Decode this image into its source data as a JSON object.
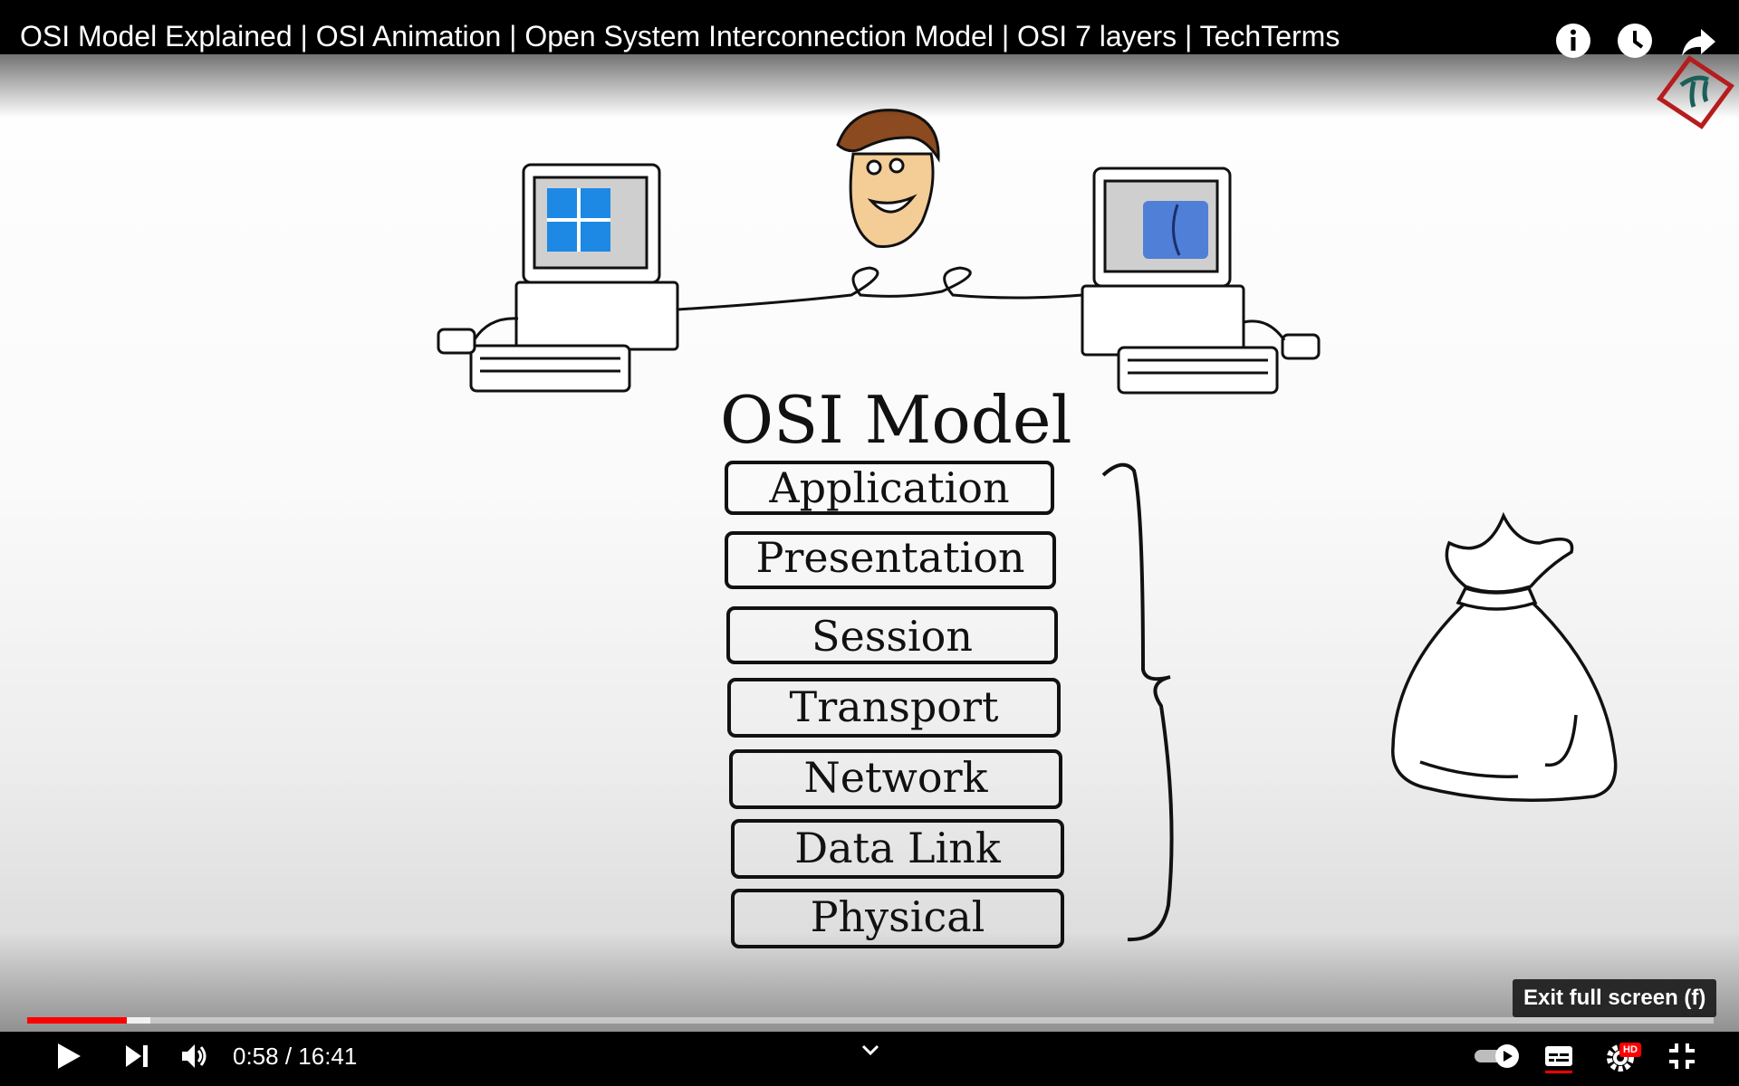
{
  "video": {
    "title": "OSI Model Explained | OSI Animation | Open System Interconnection Model | OSI 7 layers | TechTerms"
  },
  "top_controls": {
    "icons": [
      "info-icon",
      "watch-later-icon",
      "share-icon"
    ]
  },
  "slide": {
    "heading": "OSI Model",
    "layers": [
      "Application",
      "Presentation",
      "Session",
      "Transport",
      "Network",
      "Data Link",
      "Physical"
    ]
  },
  "player": {
    "time_display": "0:58 / 16:41",
    "progress_fraction": 0.059,
    "buffered_fraction": 0.073,
    "tooltip": "Exit full screen (f)",
    "hd_badge": "HD",
    "accent_color": "#ff0000",
    "icons": [
      "play-icon",
      "next-icon",
      "volume-icon",
      "chevron-down-icon",
      "autoplay-toggle",
      "subtitles-icon",
      "settings-icon",
      "exit-fullscreen-icon"
    ]
  }
}
